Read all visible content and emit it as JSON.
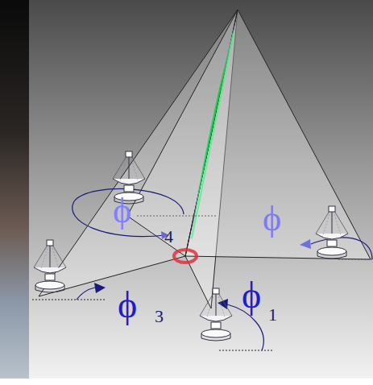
{
  "diagram": {
    "labels": [
      "ϕ",
      "ϕ",
      "4",
      "ϕ",
      "3",
      "ϕ",
      "1"
    ]
  }
}
